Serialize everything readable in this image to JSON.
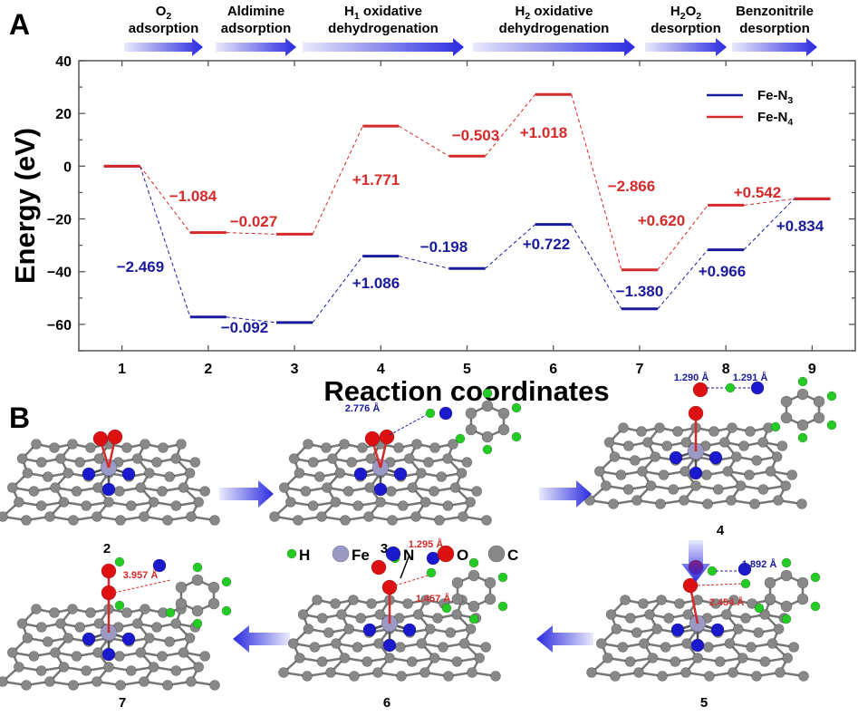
{
  "panel_labels": {
    "a": "A",
    "b": "B"
  },
  "colors": {
    "fe_n3": "#1a1a9c",
    "fe_n4": "#d42a2a",
    "arrow": "#2a2ae0",
    "H": "#22cc22",
    "Fe": "#9a9ac4",
    "N": "#1a1acc",
    "O": "#dd1111",
    "C": "#888888"
  },
  "steps": [
    {
      "line1": "O",
      "sub1": "2",
      "line1b": "",
      "line2": "adsorption"
    },
    {
      "line1": "Aldimine",
      "sub1": "",
      "line1b": "",
      "line2": "adsorption"
    },
    {
      "line1": "H",
      "sub1": "1",
      "line1b": " oxidative",
      "line2": "dehydrogenation"
    },
    {
      "line1": "H",
      "sub1": "2",
      "line1b": " oxidative",
      "line2": "dehydrogenation"
    },
    {
      "line1": "H",
      "sub1": "2",
      "line1b": "O",
      "sub2": "2",
      "line2": "desorption"
    },
    {
      "line1": "Benzonitrile",
      "sub1": "",
      "line1b": "",
      "line2": "desorption"
    }
  ],
  "chart_data": {
    "type": "line",
    "title": "",
    "xlabel": "Reaction coordinates",
    "ylabel": "Energy (eV)",
    "x": [
      1,
      2,
      3,
      4,
      5,
      6,
      7,
      8,
      9
    ],
    "xlim": [
      0.5,
      9.5
    ],
    "ylim": [
      -70,
      40
    ],
    "yticks": [
      -60,
      -40,
      -20,
      0,
      20,
      40
    ],
    "legend_position": "top-right",
    "series": [
      {
        "name": "Fe-N",
        "name_sub": "3",
        "color": "#1a1a9c",
        "values": [
          0,
          -57.2,
          -59.3,
          -34.1,
          -38.8,
          -22.1,
          -54.1,
          -31.7,
          -12.4
        ],
        "step_labels": [
          "−2.469",
          "−0.092",
          "+1.086",
          "−0.198",
          "+0.722",
          "−1.380",
          "+0.966",
          "+0.834"
        ]
      },
      {
        "name": "Fe-N",
        "name_sub": "4",
        "color": "#d42a2a",
        "values": [
          0,
          -25.2,
          -25.8,
          15.2,
          3.8,
          27.2,
          -39.3,
          -14.8,
          -12.4
        ],
        "step_labels": [
          "−1.084",
          "−0.027",
          "+1.771",
          "−0.503",
          "+1.018",
          "−2.866",
          "+0.620",
          "+0.542"
        ]
      }
    ]
  },
  "structures": [
    {
      "id": "2",
      "label": "2",
      "distances": []
    },
    {
      "id": "3",
      "label": "3",
      "distances": [
        "2.776 Å"
      ]
    },
    {
      "id": "4",
      "label": "4",
      "distances": [
        "1.290 Å",
        "1.291 Å"
      ]
    },
    {
      "id": "5",
      "label": "5",
      "distances": [
        "1.892 Å",
        "2.454 Å"
      ]
    },
    {
      "id": "6",
      "label": "6",
      "distances": [
        "1.295 Å",
        "1.457 Å"
      ]
    },
    {
      "id": "7",
      "label": "7",
      "distances": [
        "3.957 Å"
      ]
    }
  ],
  "atom_legend": [
    {
      "symbol": "H",
      "key": "H"
    },
    {
      "symbol": "Fe",
      "key": "Fe"
    },
    {
      "symbol": "N",
      "key": "N"
    },
    {
      "symbol": "O",
      "key": "O"
    },
    {
      "symbol": "C",
      "key": "C"
    }
  ]
}
